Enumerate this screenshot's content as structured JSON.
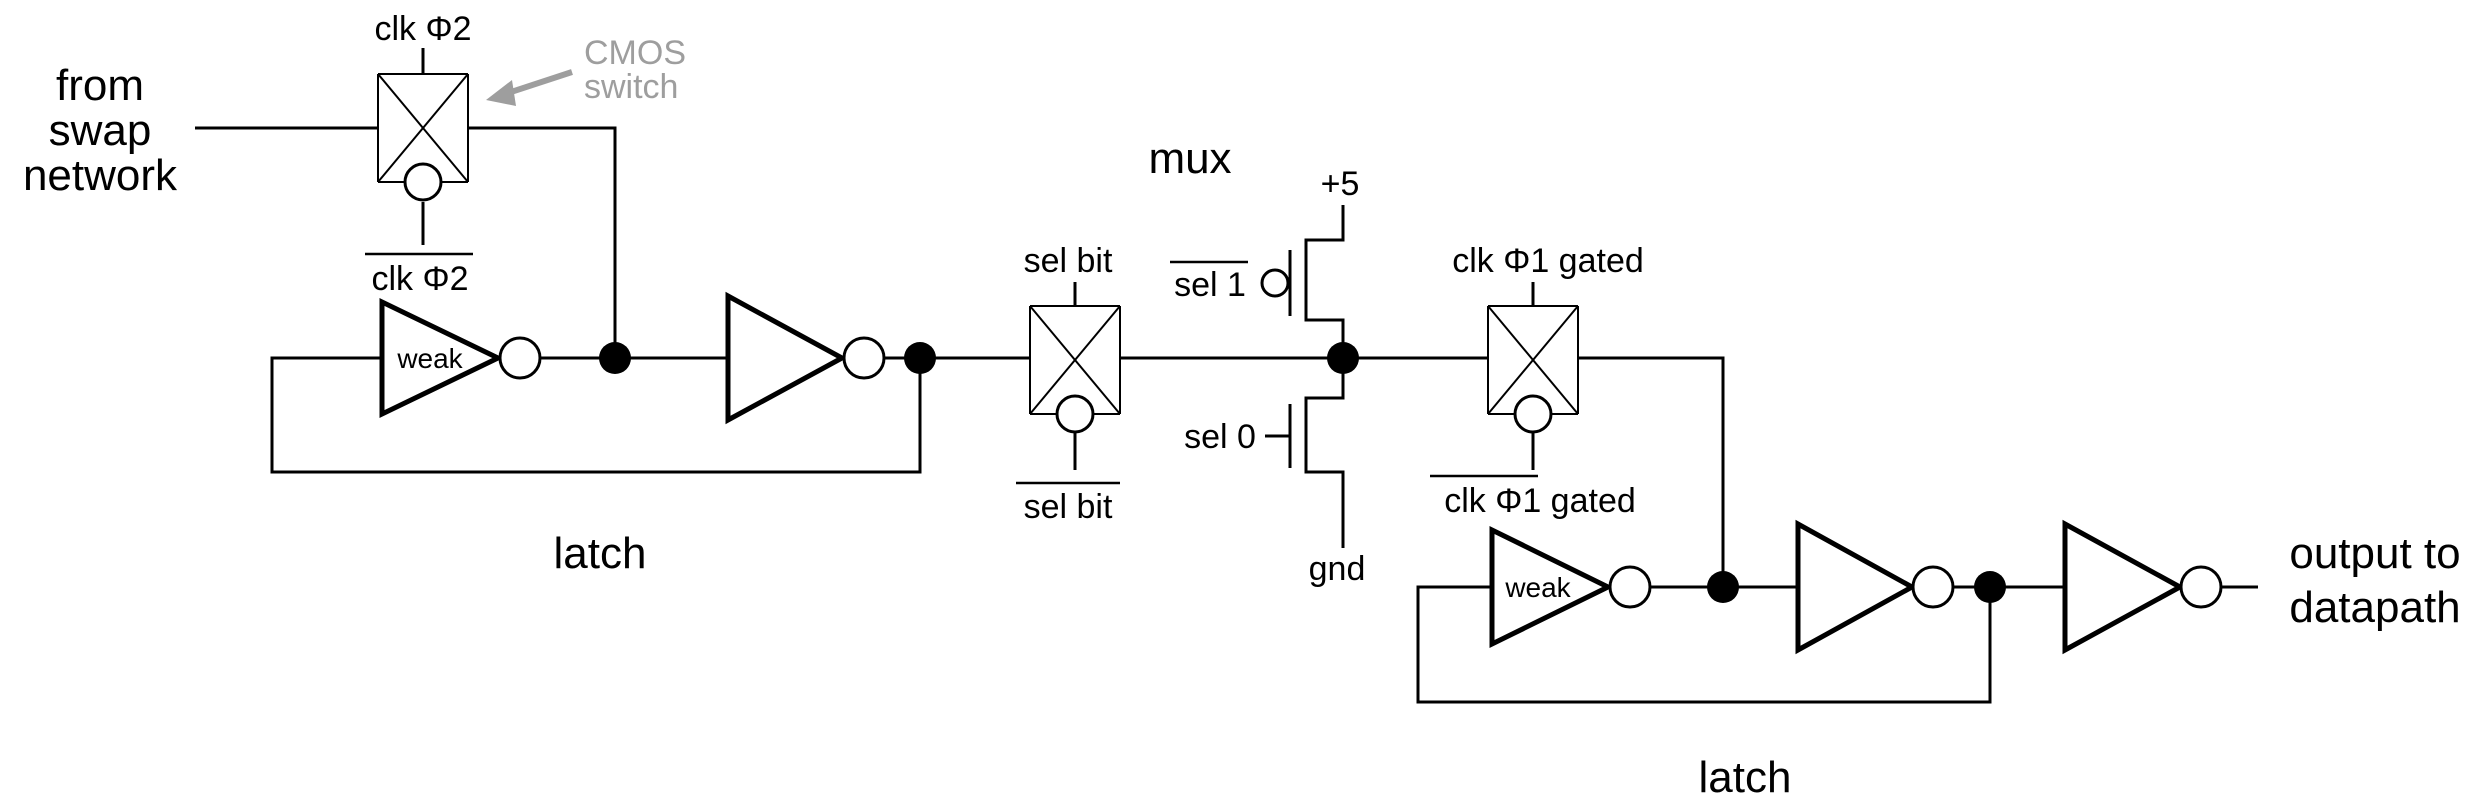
{
  "labels": {
    "from_swap_line1": "from",
    "from_swap_line2": "swap",
    "from_swap_line3": "network",
    "clk_phi2": "clk Φ2",
    "clk_phi2_bar": "clk Φ2",
    "cmos_switch_line1": "CMOS",
    "cmos_switch_line2": "switch",
    "weak_1": "weak",
    "weak_2": "weak",
    "latch_1": "latch",
    "latch_2": "latch",
    "sel_bit": "sel bit",
    "sel_bit_bar": "sel bit",
    "mux": "mux",
    "plus5": "+5",
    "sel1_bar": "sel 1",
    "sel0": "sel 0",
    "gnd": "gnd",
    "clk_phi1_gated": "clk Φ1 gated",
    "clk_phi1_gated_bar": "clk Φ1 gated",
    "output_line1": "output to",
    "output_line2": "datapath"
  },
  "colors": {
    "annotation": "#9e9e9e",
    "ink": "#000000",
    "background": "#ffffff"
  }
}
